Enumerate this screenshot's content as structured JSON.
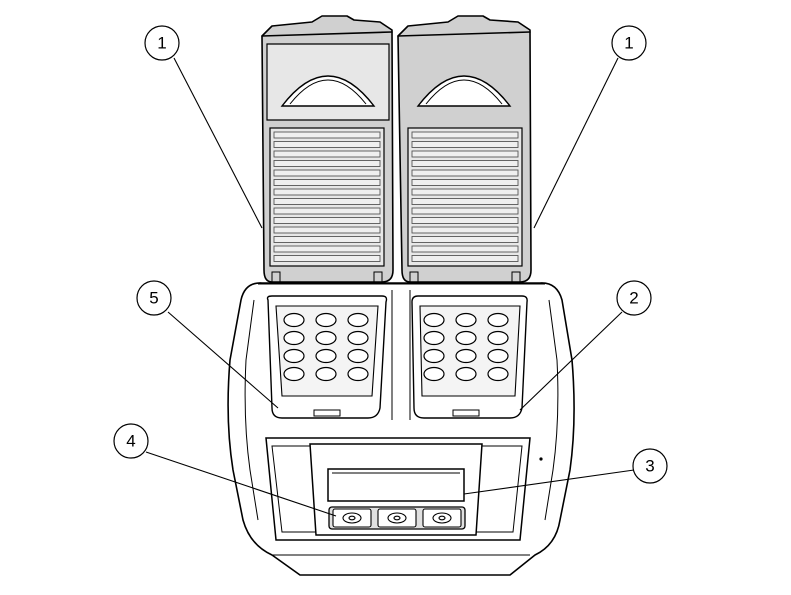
{
  "callouts": [
    {
      "id": "c1-left",
      "label": "1"
    },
    {
      "id": "c1-right",
      "label": "1"
    },
    {
      "id": "c5",
      "label": "5"
    },
    {
      "id": "c2",
      "label": "2"
    },
    {
      "id": "c4",
      "label": "4"
    },
    {
      "id": "c3",
      "label": "3"
    }
  ]
}
